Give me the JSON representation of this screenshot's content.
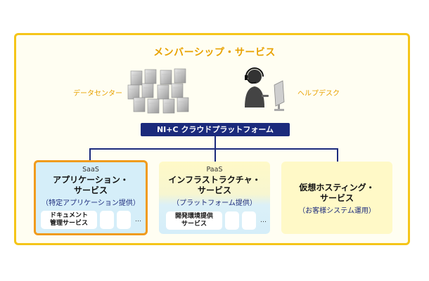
{
  "diagram": {
    "title": "メンバーシップ・サービス",
    "left_label": "データセンター",
    "right_label": "ヘルプデスク",
    "platform": "NI+C クラウドプラットフォーム",
    "datacenter_icon": "server-rack-icon",
    "helpdesk_icon": "headset-operator-icon",
    "colors": {
      "frame": "#f5c518",
      "accent_text": "#e8a200",
      "platform_bg": "#1b2a7c",
      "saas_border": "#f09b1d",
      "light_blue": "#d5eef9",
      "light_yellow": "#fff9c7"
    },
    "boxes": [
      {
        "type": "SaaS",
        "name_line1": "アプリケーション・",
        "name_line2": "サービス",
        "sub": "（特定アプリケーション提供）",
        "chips": [
          {
            "line1": "ドキュメント",
            "line2": "管理サービス"
          }
        ],
        "ellipsis": "…"
      },
      {
        "type": "PaaS",
        "name_line1": "インフラストラクチャ・",
        "name_line2": "サービス",
        "sub": "（プラットフォーム提供）",
        "chips": [
          {
            "line1": "開発環境提供",
            "line2": "サービス"
          }
        ],
        "ellipsis": "…"
      },
      {
        "type": "",
        "name_line1": "仮想ホスティング・",
        "name_line2": "サービス",
        "sub": "（お客様システム運用）"
      }
    ]
  }
}
